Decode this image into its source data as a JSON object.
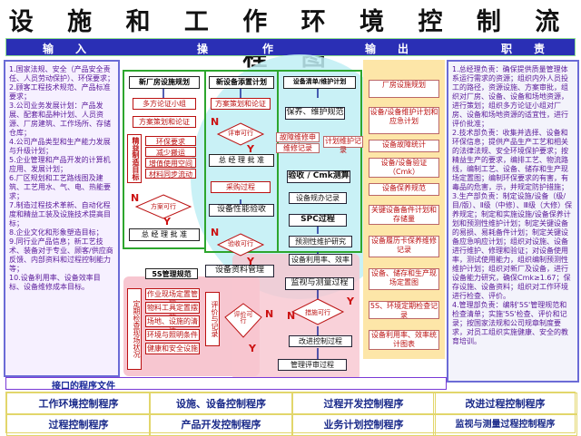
{
  "title": "设 施 和 工 作 环 境 控 制 流 程 图",
  "header": {
    "input": "输　　入",
    "operation": "操　　　　　作",
    "output": "输　　出",
    "responsibility": "职　　责"
  },
  "left_text": "1.国家法规、安全（产品安全责任、人员劳动保护）、环保要求；\n2.顾客工程技术规范、产品标准要求；\n3.公司业务发展计划：产品发展、配套和品种计划、人员资源、厂房建筑、工作场所、存储仓库；\n4.公司产品类型和生产能力发展与升级计划；\n5.企业管理和产品开发的计算机应用、发展计划；\n6.厂区规划和工艺路线图及建筑、工艺用水、气、电、热能要求；\n7.制造过程技术革新、自动化程度和精益工装及设施技术提高目标；\n8.企业文化和形象塑造目标；\n9.同行业产品信息；新工艺技术、装备对于专业、顾客/供应商反馈、内部资料和过程控制能力等；\n10.设备利用率、设备效率目标、设备维修成本目标。",
  "col1": {
    "top": "新厂房设施规划",
    "items": [
      "多方论证小组",
      "方案策划和论证"
    ],
    "lean_title": "精益制造目标",
    "lean_items": [
      "环保要求",
      "减少搬运",
      "增值使用空间",
      "材料同步流动"
    ],
    "feasible": "方案可行",
    "approve": "总 经 理 批 准"
  },
  "col2": {
    "top": "新设备添置计划",
    "items": [
      "方案策划和论证",
      "评审可行",
      "总 经 理 批 准",
      "采购过程",
      "设备性能验收",
      "验收可行",
      "设备资料管理"
    ]
  },
  "col3": {
    "top": "设备清单/维护计划",
    "items": [
      "保养、维护规范",
      "故障维修申请",
      "维修记录",
      "计划维护记录",
      "验收 / Cmk测算",
      "设备规办记录",
      "SPC过程",
      "预测性维护研究",
      "设备利用率、效率",
      "监视与测量过程",
      "措施可行",
      "改进控制过程",
      "管理评审过程"
    ]
  },
  "col4": {
    "items": [
      "厂房设施规划",
      "设备/设备维护计划和应急计划",
      "设备故障统计",
      "设备/设备验证（Cmk）",
      "设备保养规范",
      "关键设备备件计划和存储量",
      "设备履历卡保养维修记录",
      "设备、储存和生产现场定置图",
      "5S、环境定期检查记录",
      "设备利用率、效率统计图表"
    ]
  },
  "bottom_group": {
    "label_5s": "5S管理规范",
    "side_label": "定期检查现场状况",
    "items": [
      "作业现场定置管理",
      "物料工具定置摆放",
      "场地、设施的清洁",
      "环境与照明条件",
      "健康和安全设施"
    ],
    "evaluate": "评价与记录",
    "review": "评价可行"
  },
  "right_text": "1.总经理负责：确保提供质量管理体系运行需求的资源；组织内外人员投工的路径，资源设施、方案审批，组织对厂房、设备、设备和场地资源，进行策划；组织多方论证小组对厂房、设备和场地资源的适宜性，进行评价批准；\n2.技术部负责：收集并选择、设备和环保信息；提供产品生产工艺和相关的法律法规、安全环境保护要求；按精益生产的要求，编排工艺、物流路线，编制工艺、设备、储存和生产现场定置图；编制环保要求的有害，有毒品的危害，示，并规定防护措施；\n3.生产部负责：制定设施/设备（级/目/版）、Ⅱ级（中修）、Ⅲ级（大修）保养规定；制定和实施设施/设备保养计划和预测性维护计划；制定关键设备的易损、易耗备件计划；制定关键设备应急响应计划；组织对设施、设备进行维护、修理和验证；对设备使用率，测试使用能力，组织编制预测性维护计划；组织对新厂及设备，进行设备能力研究，确保Cmk≥1.67；保存设施、设备资料；组织对工作环境进行检查、评价。\n4.管理部负责：编制'5S'管理规范和检查清单；实施'5S'检查、评价和记录；按国家法规和公司规章制度要求，对员工组织实施健康、安全的教育培训。",
  "interface": {
    "label": "接口的程序文件",
    "rows": [
      [
        "工作环境控制程序",
        "设施、设备控制程序",
        "过程开发控制程序",
        "改进过程控制程序"
      ],
      [
        "过程控制程序",
        "产品开发控制程序",
        "业务计划控制程序",
        "监视与测量过程控制程序"
      ]
    ]
  },
  "colors": {
    "header_bg": "#2a2fb5",
    "green_border": "#2da62d",
    "pink_fill": "#f7c6d0",
    "cyan_fill": "#bfeef5",
    "red_text": "#b11"
  }
}
